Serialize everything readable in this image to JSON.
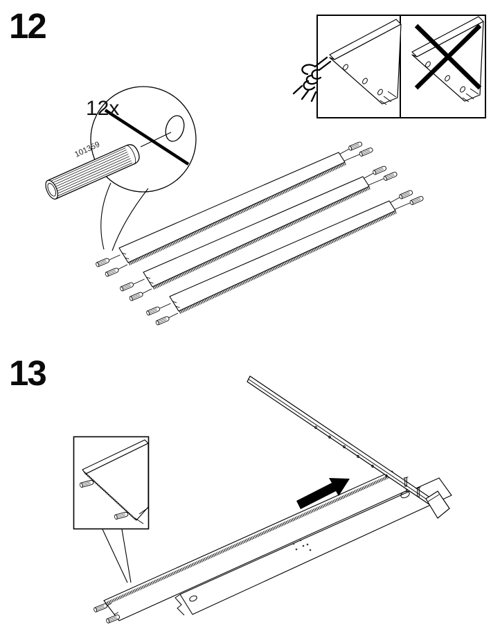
{
  "page": {
    "background": "#ffffff",
    "line_color": "#000000"
  },
  "step12": {
    "number": "12",
    "callout": {
      "quantity": "12x",
      "part_number": "101359",
      "part_icon": "ribbed-dowel-icon"
    },
    "warning": {
      "correct_icon": "hand-pointing-at-slat-end-icon",
      "incorrect_icon": "crossed-out-slat-icon",
      "cross_color": "#000000"
    },
    "slat_count": 3
  },
  "step13": {
    "number": "13",
    "detail_icon": "slat-end-with-dowels-icon",
    "arrow_icon": "slide-direction-arrow-icon",
    "arrow_color": "#000000"
  }
}
